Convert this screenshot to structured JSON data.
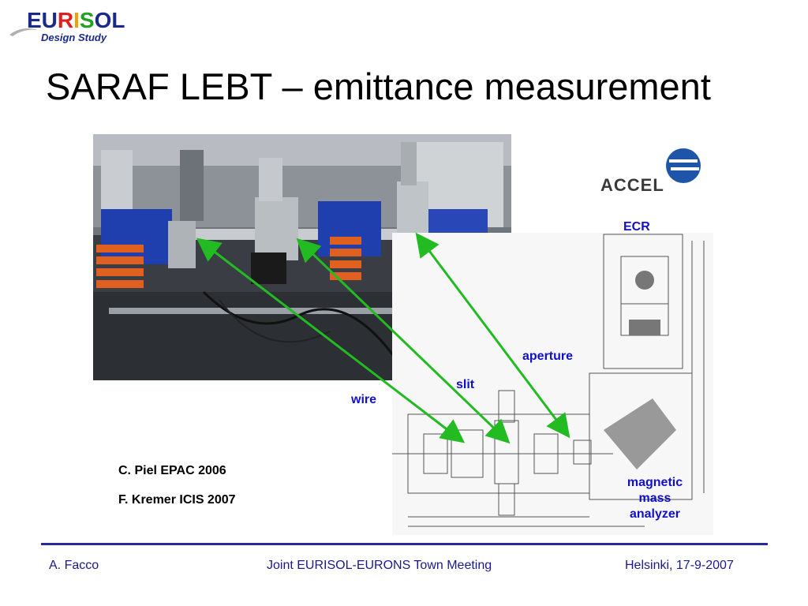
{
  "logo": {
    "word": "EURISOL",
    "subtitle": "Design Study"
  },
  "title": "SARAF LEBT – emittance measurement",
  "accel": {
    "name": "ACCEL"
  },
  "labels": {
    "ecr": "ECR",
    "aperture": "aperture",
    "slit": "slit",
    "wire": "wire",
    "magnetic": "magnetic",
    "mass": "mass",
    "analyzer": "analyzer"
  },
  "references": [
    "C. Piel EPAC 2006",
    "F. Kremer ICIS 2007"
  ],
  "footer": {
    "left": "A. Facco",
    "center": "Joint EURISOL-EURONS Town Meeting",
    "right": "Helsinki, 17-9-2007"
  },
  "colors": {
    "label": "#1010c8",
    "arrow": "#22bb22",
    "footer": "#1a1a8a",
    "rule": "#2a2a9a"
  }
}
